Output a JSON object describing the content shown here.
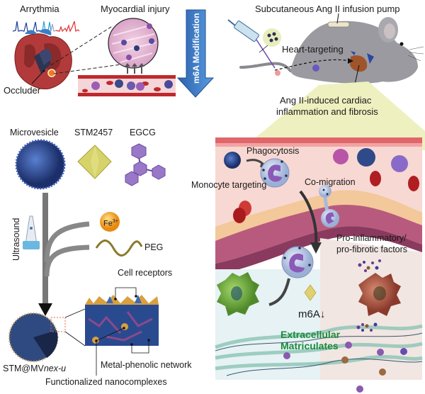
{
  "top_left": {
    "arrhythmia": "Arrythmia",
    "myocardial_injury": "Myocardial injury",
    "occluder": "Occluder"
  },
  "banner": {
    "m6a_modification": "m6A Modification"
  },
  "top_right": {
    "pump": "Subcutaneous Ang II infusion pump",
    "heart_targeting": "Heart-targeting",
    "cardiac_line1": "Ang II-induced cardiac",
    "cardiac_line2": "inflammation and fibrosis"
  },
  "components": {
    "microvesicle": "Microvesicle",
    "stm": "STM2457",
    "egcg": "EGCG",
    "ultrasound": "Ultrasound",
    "fe": "Fe",
    "fe_sup": "3+",
    "peg": "PEG"
  },
  "product": {
    "name_main": "STM@MV",
    "name_italic": "nex-u",
    "cell_receptors": "Cell receptors",
    "metal_phenolic": "Metal-phenolic network",
    "functionalized": "Functionalized nanocomplexes"
  },
  "mechanism": {
    "phagocytosis": "Phagocytosis",
    "monocyte_targeting": "Monocyte targeting",
    "co_migration": "Co-migration",
    "pro_line1": "Pro-inflammatory/",
    "pro_line2": "pro-fibrotic factors",
    "m6a_down": "m6A↓",
    "ecm_line1": "Extracellular",
    "ecm_line2": "Matriculates"
  },
  "colors": {
    "banner_blue": "#3b78c4",
    "highlight_yellow": "#eef0bf",
    "ecm_green": "#1a8a3c",
    "vessel_red": "#c0282c",
    "fe_orange": "#f0a020"
  }
}
